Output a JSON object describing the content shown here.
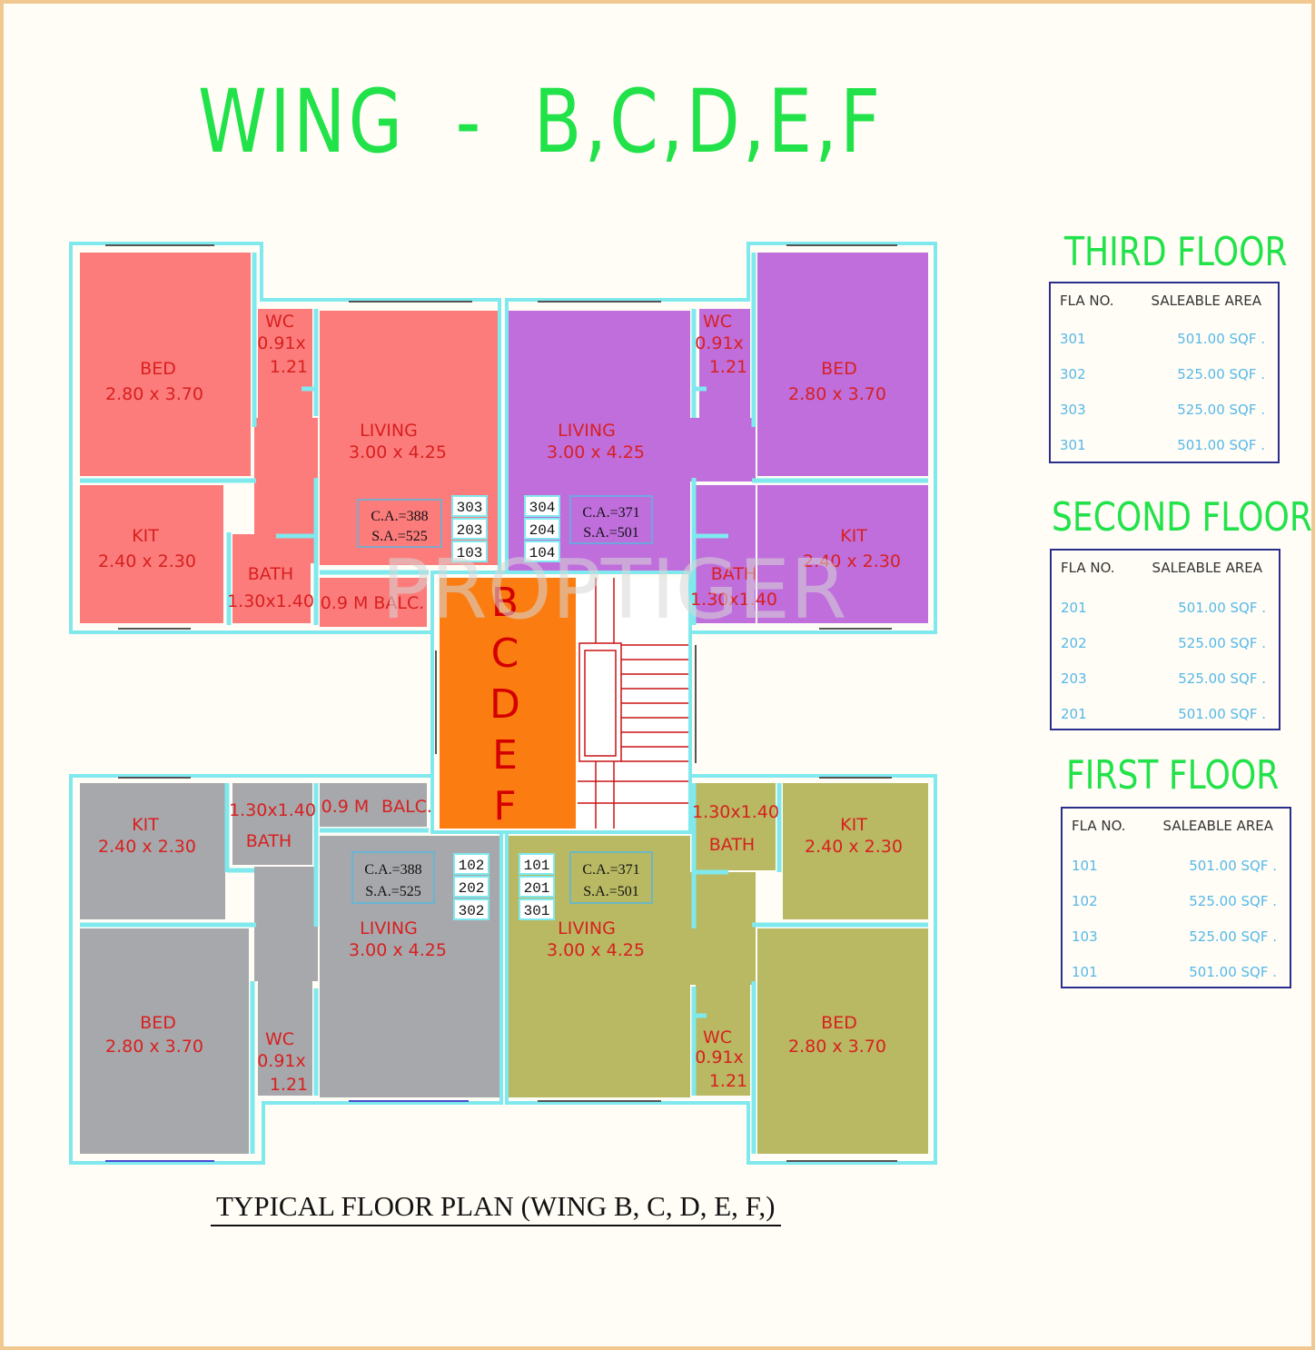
{
  "title": "WING  -  B,C,D,E,F",
  "caption": "TYPICAL FLOOR PLAN (WING B, C, D, E, F,)",
  "watermark": "PROPTIGER",
  "colors": {
    "unit_top_left": "#fc7c7b",
    "unit_top_right": "#bf6edc",
    "unit_bottom_left": "#a7a8ab",
    "unit_bottom_right": "#b8b962",
    "core": "#fb7d12",
    "walls": "#7fe9ee",
    "title_green": "#22e24a",
    "room_labels": "#d82020"
  },
  "wings": {
    "letters": [
      "B",
      "C",
      "D",
      "E",
      "F"
    ]
  },
  "units": {
    "top_left": {
      "bed": {
        "name": "BED",
        "size": "2.80 x 3.70"
      },
      "wc": {
        "name": "WC",
        "size1": "0.91x",
        "size2": "1.21"
      },
      "living": {
        "name": "LIVING",
        "size": "3.00 x 4.25"
      },
      "kit": {
        "name": "KIT",
        "size": "2.40 x 2.30"
      },
      "bath": {
        "name": "BATH",
        "size": "1.30x1.40"
      },
      "balc": {
        "name": "0.9 M  BALC."
      },
      "area": {
        "ca": "C.A.=388",
        "sa": "S.A.=525"
      },
      "flats": [
        "303",
        "203",
        "103"
      ]
    },
    "top_right": {
      "bed": {
        "name": "BED",
        "size": "2.80 x 3.70"
      },
      "wc": {
        "name": "WC",
        "size1": "0.91x",
        "size2": "1.21"
      },
      "living": {
        "name": "LIVING",
        "size": "3.00 x 4.25"
      },
      "kit": {
        "name": "KIT",
        "size": "2.40 x 2.30"
      },
      "bath": {
        "name": "BATH",
        "size": "1.30x1.40"
      },
      "area": {
        "ca": "C.A.=371",
        "sa": "S.A.=501"
      },
      "flats": [
        "304",
        "204",
        "104"
      ]
    },
    "bottom_left": {
      "bed": {
        "name": "BED",
        "size": "2.80 x 3.70"
      },
      "wc": {
        "name": "WC",
        "size1": "0.91x",
        "size2": "1.21"
      },
      "living": {
        "name": "LIVING",
        "size": "3.00 x 4.25"
      },
      "kit": {
        "name": "KIT",
        "size": "2.40 x 2.30"
      },
      "bath": {
        "name": "BATH",
        "size": "1.30x1.40"
      },
      "balc": {
        "name": "0.9 M",
        "name2": "BALC."
      },
      "area": {
        "ca": "C.A.=388",
        "sa": "S.A.=525"
      },
      "flats": [
        "102",
        "202",
        "302"
      ]
    },
    "bottom_right": {
      "bed": {
        "name": "BED",
        "size": "2.80 x 3.70"
      },
      "wc": {
        "name": "WC",
        "size1": "0.91x",
        "size2": "1.21"
      },
      "living": {
        "name": "LIVING",
        "size": "3.00 x 4.25"
      },
      "kit": {
        "name": "KIT",
        "size": "2.40 x 2.30"
      },
      "bath": {
        "name": "BATH",
        "size": "1.30x1.40"
      },
      "area": {
        "ca": "C.A.=371",
        "sa": "S.A.=501"
      },
      "flats": [
        "101",
        "201",
        "301"
      ]
    }
  },
  "floors": {
    "third": {
      "title": "THIRD FLOOR",
      "head_no": "FLA  NO.",
      "head_area": "SALEABLE AREA",
      "rows": [
        {
          "no": "301",
          "area": "501.00 SQF ."
        },
        {
          "no": "302",
          "area": "525.00 SQF ."
        },
        {
          "no": "303",
          "area": "525.00 SQF ."
        },
        {
          "no": "301",
          "area": "501.00 SQF ."
        }
      ]
    },
    "second": {
      "title": "SECOND FLOOR",
      "head_no": "FLA  NO.",
      "head_area": "SALEABLE AREA",
      "rows": [
        {
          "no": "201",
          "area": "501.00 SQF ."
        },
        {
          "no": "202",
          "area": "525.00 SQF ."
        },
        {
          "no": "203",
          "area": "525.00 SQF ."
        },
        {
          "no": "201",
          "area": "501.00 SQF ."
        }
      ]
    },
    "first": {
      "title": "FIRST FLOOR",
      "head_no": "FLA  NO.",
      "head_area": "SALEABLE AREA",
      "rows": [
        {
          "no": "101",
          "area": "501.00 SQF ."
        },
        {
          "no": "102",
          "area": "525.00 SQF ."
        },
        {
          "no": "103",
          "area": "525.00 SQF ."
        },
        {
          "no": "101",
          "area": "501.00 SQF ."
        }
      ]
    }
  }
}
